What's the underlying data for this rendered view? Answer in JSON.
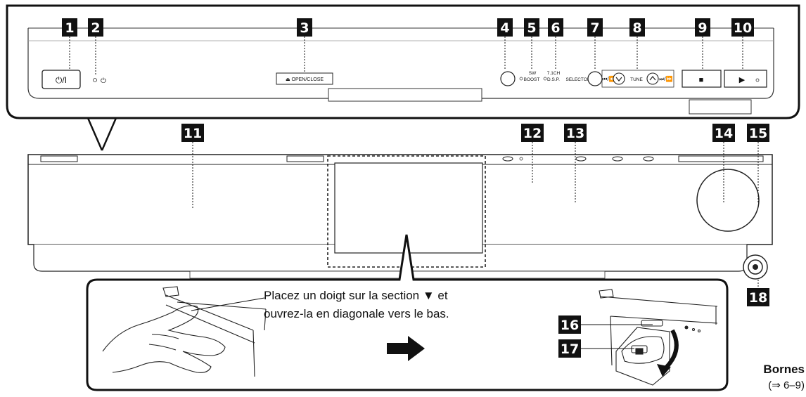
{
  "callouts": [
    "1",
    "2",
    "3",
    "4",
    "5",
    "6",
    "7",
    "8",
    "9",
    "10",
    "11",
    "12",
    "13",
    "14",
    "15",
    "16",
    "17",
    "18"
  ],
  "top_panel": {
    "power_button": "⏻/I",
    "standby_symbol": "⏻",
    "open_close_label": "⏏ OPEN/CLOSE",
    "sw_boost_line1": "SW",
    "sw_boost_line2": "BOOST",
    "dsp_line1": "7.1CH",
    "dsp_line2": "D.S.P.",
    "selector_label": "SELECTOR",
    "skip_back_symbol": "⏮/⏪",
    "tune_label": "TUNE",
    "skip_fwd_symbol": "⏭/⏩",
    "stop_symbol": "■",
    "play_symbol": "▶"
  },
  "instruction": {
    "line1": "Placez un doigt sur la section ▼ et",
    "line2": "ouvrez-la en diagonale vers le bas."
  },
  "terminals": {
    "title": "Bornes",
    "ref": "(⇒ 6–9)"
  }
}
